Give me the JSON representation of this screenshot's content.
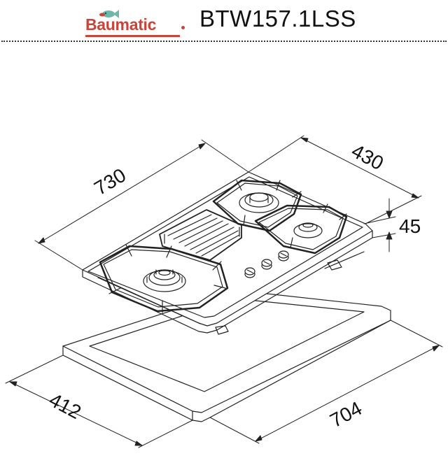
{
  "header": {
    "brand_name": "Baumatic",
    "model": "BTW157.1LSS",
    "brand_color": "#c8453a"
  },
  "dimensions": {
    "width_top": "730",
    "depth_top": "430",
    "height": "45",
    "cutout_depth": "412",
    "cutout_width": "704"
  },
  "icons": {
    "logo": "fish-logo-icon"
  }
}
